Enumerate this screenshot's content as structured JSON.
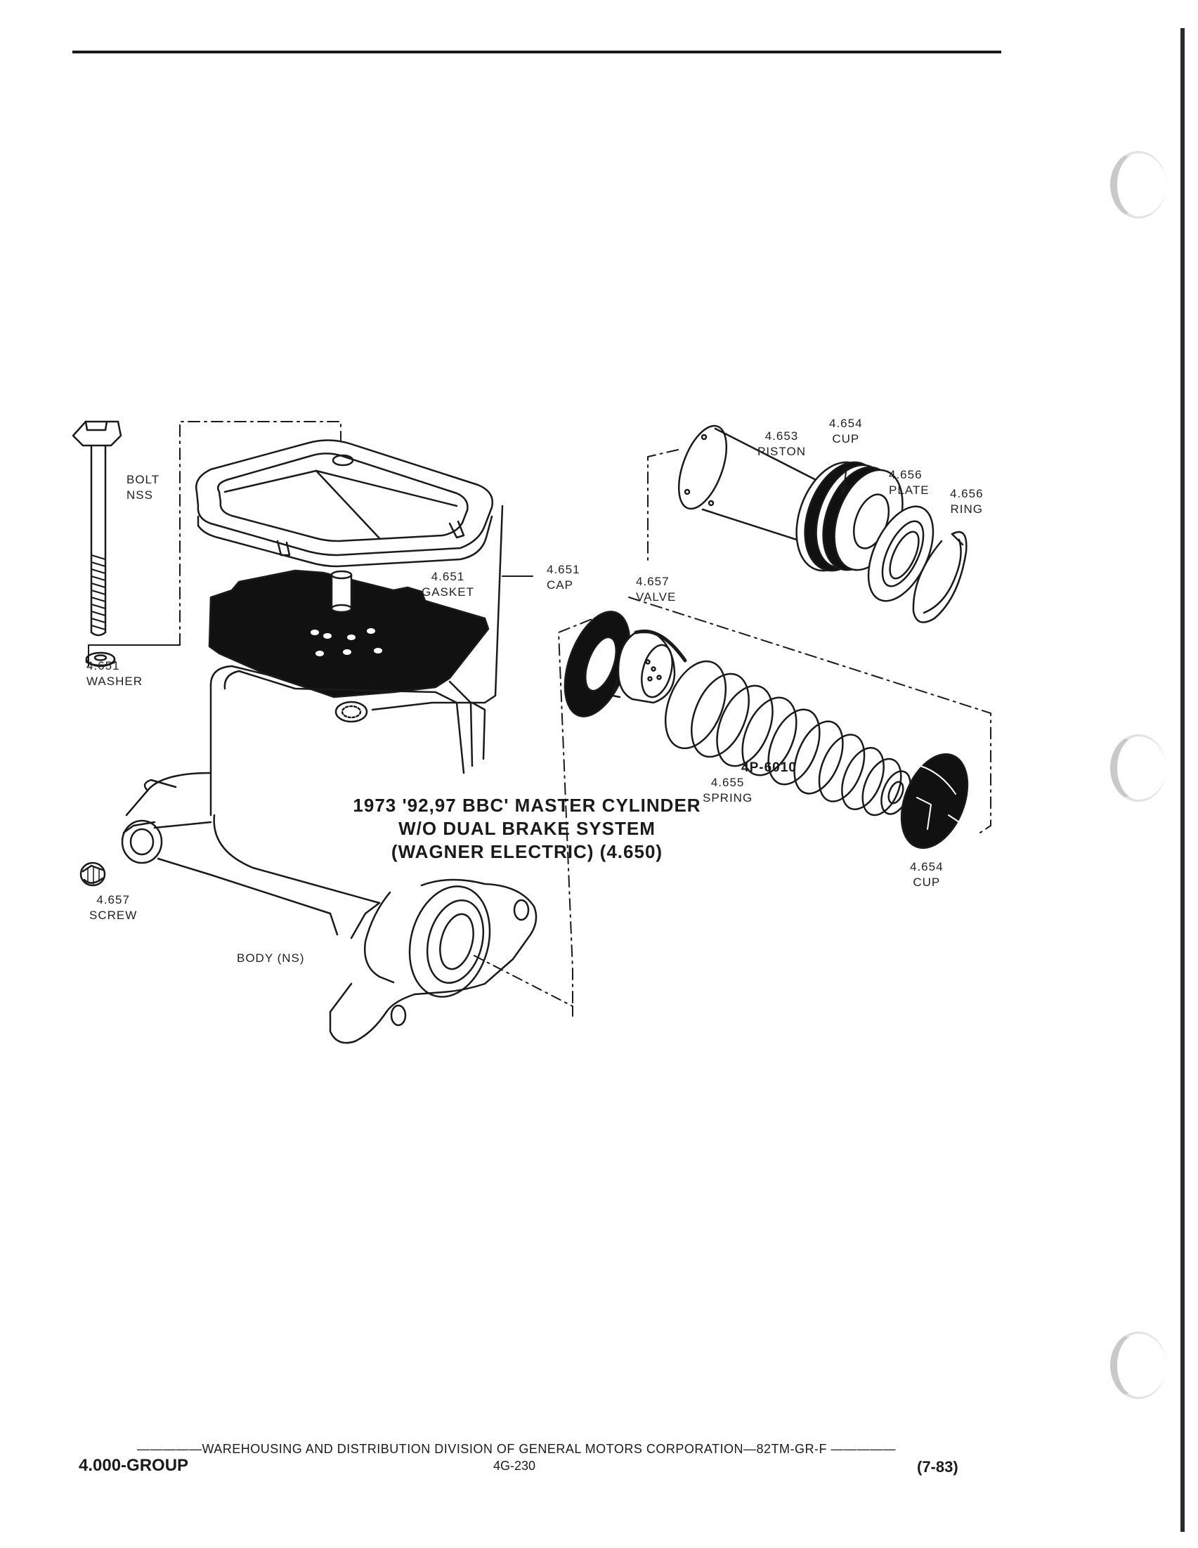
{
  "labels": {
    "bolt": "BOLT",
    "bolt_nss": "NSS",
    "washer_num": "4.651",
    "washer": "WASHER",
    "gasket_num": "4.651",
    "gasket": "GASKET",
    "cap_num": "4.651",
    "cap": "CAP",
    "screw_num": "4.657",
    "screw": "SCREW",
    "body": "BODY (NS)",
    "valve_num": "4.657",
    "valve": "VALVE",
    "piston_num": "4.653",
    "piston": "PISTON",
    "cup_top_num": "4.654",
    "cup_top": "CUP",
    "plate_num": "4.656",
    "plate": "PLATE",
    "ring_num": "4.656",
    "ring": "RING",
    "spring_num": "4.655",
    "spring": "SPRING",
    "cup_bottom_num": "4.654",
    "cup_bottom": "CUP"
  },
  "figure_code": "4P-6010",
  "title": {
    "line1": "1973 '92,97 BBC' MASTER CYLINDER",
    "line2": "W/O DUAL BRAKE SYSTEM",
    "line3": "(WAGNER ELECTRIC) (4.650)"
  },
  "footer": {
    "division": "—————WAREHOUSING AND DISTRIBUTION DIVISION OF GENERAL MOTORS CORPORATION—82TM-GR-F —————",
    "group": "4.000-GROUP",
    "page": "4G-230",
    "date": "(7-83)"
  }
}
